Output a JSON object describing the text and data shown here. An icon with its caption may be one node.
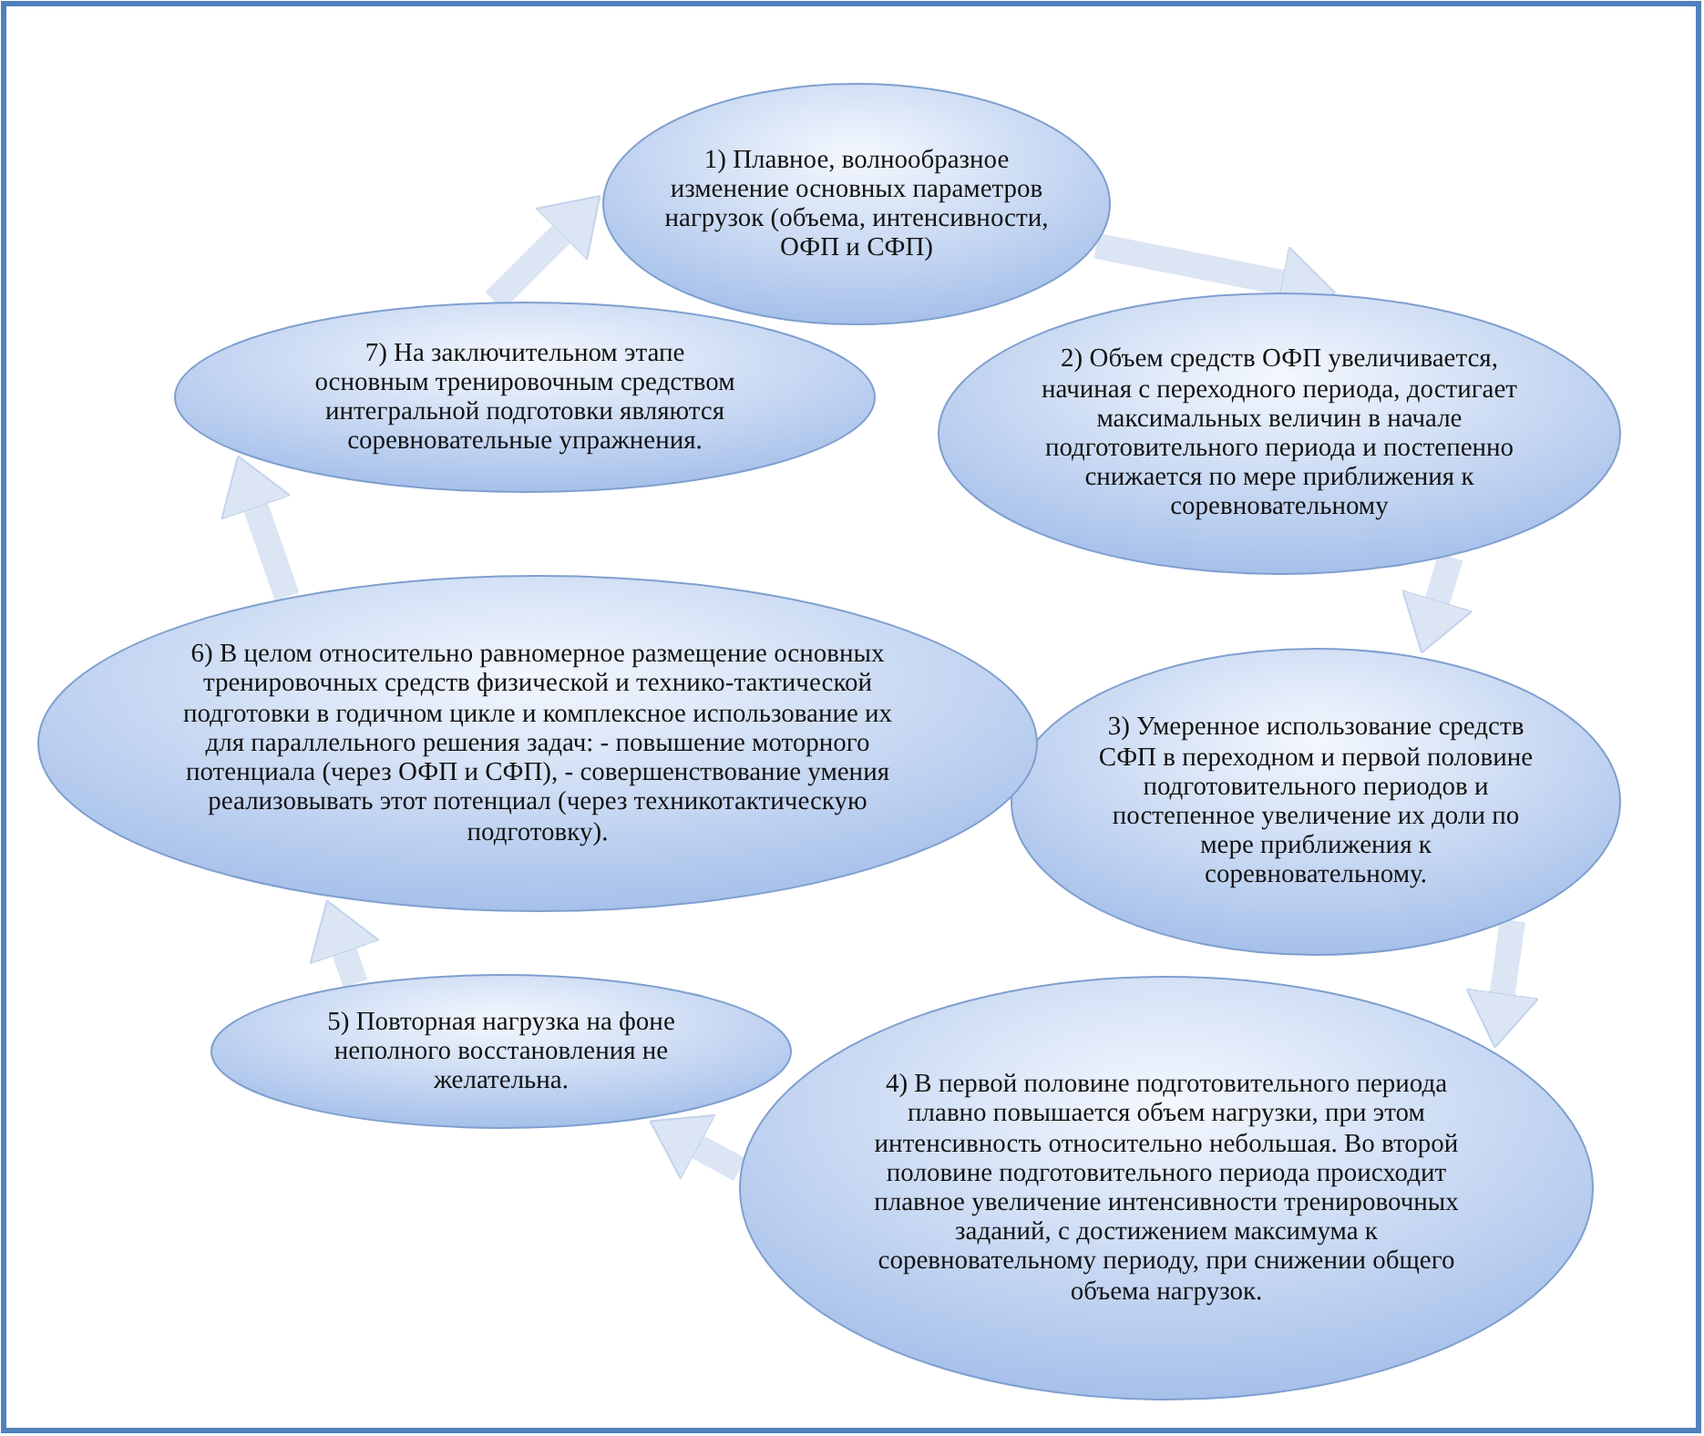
{
  "diagram": {
    "nodes": [
      {
        "text": [
          "1) Плавное, волнообразное изменение основных параметров нагрузок (объема, интенсивности, ОФП и СФП)"
        ]
      },
      {
        "text": [
          "2) Объем средств ОФП увеличивается, начиная с переходного периода, достигает максимальных величин в начале подготовительного периода и постепенно снижается по мере приближения к соревновательному"
        ]
      },
      {
        "text": [
          "3) Умеренное использование средств СФП в переходном и первой половине подготовительного периодов и постепенное увеличение их доли по мере приближения к соревновательному."
        ]
      },
      {
        "text": [
          "4) В первой половине подготовительного периода плавно повышается объем нагрузки, при этом интенсивность относительно небольшая. Во второй половине подготовительного периода происходит плавное увеличение интенсивности тренировочных заданий, с достижением максимума к соревновательному периоду, при снижении общего объема нагрузок."
        ]
      },
      {
        "text": [
          "5) Повторная нагрузка на фоне неполного восстановления не желательна."
        ]
      },
      {
        "text": [
          "6) В целом относительно равномерное размещение основных тренировочных средств физической и технико-тактической подготовки в годичном цикле и комплексное использование их для параллельного решения задач: - повышение моторного потенциала (через ОФП и СФП), - совершенствование умения реализовывать этот потенциал (через техникотактическую подготовку)."
        ]
      },
      {
        "text": [
          "7) На заключительном этапе основным тренировочным средством интегральной подготовки являются соревновательные упражнения."
        ]
      }
    ],
    "edges": [
      {
        "from": 0,
        "to": 1,
        "arrow": "to"
      },
      {
        "from": 1,
        "to": 2,
        "arrow": "to"
      },
      {
        "from": 2,
        "to": 3,
        "arrow": "to"
      },
      {
        "from": 3,
        "to": 4,
        "arrow": "to"
      },
      {
        "from": 4,
        "to": 5,
        "arrow": "to"
      },
      {
        "from": 5,
        "to": 6,
        "arrow": "to"
      },
      {
        "from": 6,
        "to": 0,
        "arrow": "to"
      }
    ]
  }
}
